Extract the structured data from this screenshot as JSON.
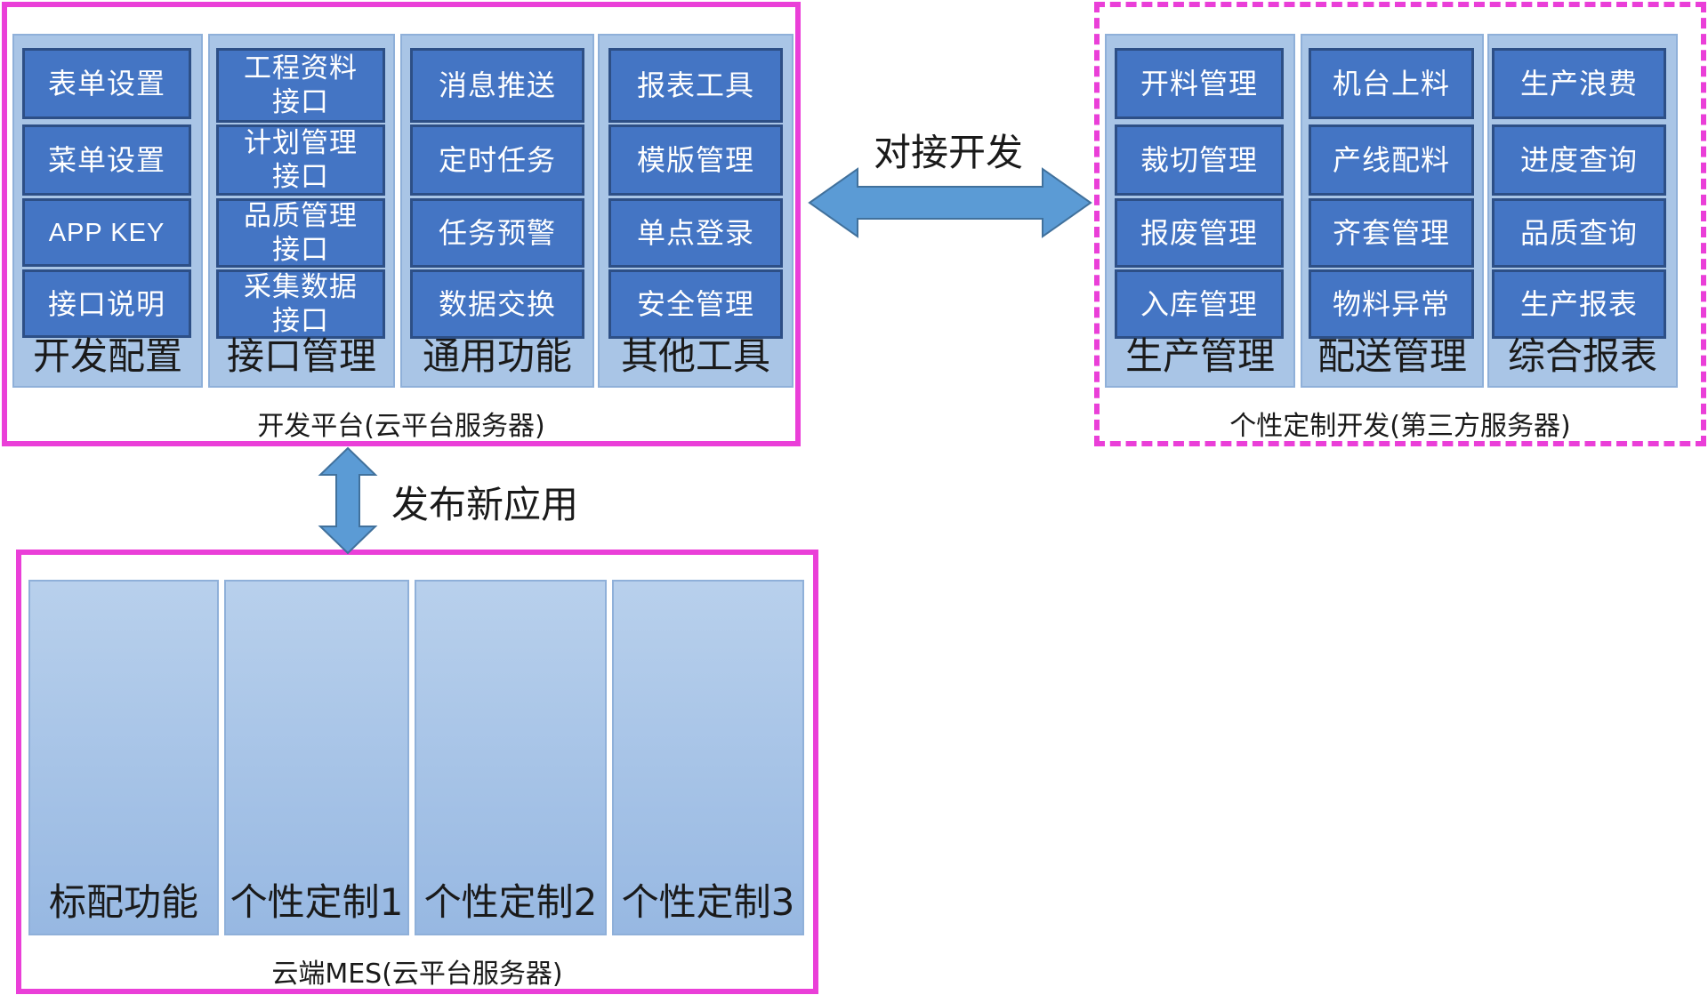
{
  "dev_platform": {
    "label": "开发平台(云平台服务器)",
    "columns": [
      {
        "title": "开发配置",
        "items": [
          "表单设置",
          "菜单设置",
          "APP KEY",
          "接口说明"
        ]
      },
      {
        "title": "接口管理",
        "items": [
          "工程资料\n接口",
          "计划管理\n接口",
          "品质管理\n接口",
          "采集数据\n接口"
        ]
      },
      {
        "title": "通用功能",
        "items": [
          "消息推送",
          "定时任务",
          "任务预警",
          "数据交换"
        ]
      },
      {
        "title": "其他工具",
        "items": [
          "报表工具",
          "模版管理",
          "单点登录",
          "安全管理"
        ]
      }
    ]
  },
  "custom_dev": {
    "label": "个性定制开发(第三方服务器)",
    "columns": [
      {
        "title": "生产管理",
        "items": [
          "开料管理",
          "裁切管理",
          "报废管理",
          "入库管理"
        ]
      },
      {
        "title": "配送管理",
        "items": [
          "机台上料",
          "产线配料",
          "齐套管理",
          "物料异常"
        ]
      },
      {
        "title": "综合报表",
        "items": [
          "生产浪费",
          "进度查询",
          "品质查询",
          "生产报表"
        ]
      }
    ]
  },
  "cloud_mes": {
    "label": "云端MES(云平台服务器)",
    "columns": [
      "标配功能",
      "个性定制1",
      "个性定制2",
      "个性定制3"
    ]
  },
  "connectors": {
    "horizontal_label": "对接开发",
    "vertical_label": "发布新应用"
  },
  "colors": {
    "frame_border": "#ea3fd8",
    "button_fill": "#4475c4",
    "button_border": "#2d4f86",
    "column_fill": "#a9c5e6",
    "arrow_fill": "#5b9bd5",
    "arrow_stroke": "#41719c"
  }
}
